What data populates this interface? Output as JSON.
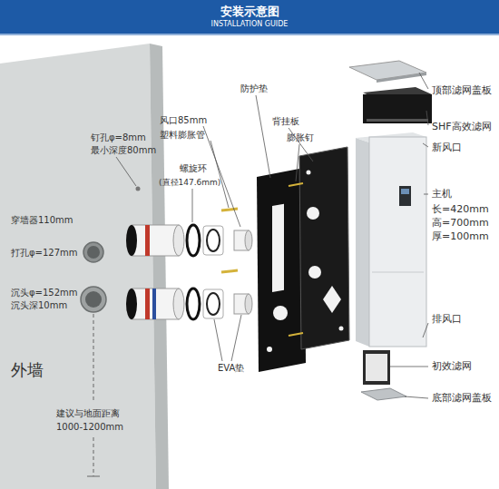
{
  "diagram": {
    "title": "安装示意图",
    "labels": [
      "INSTALLATION GUIDE",
      "钉孔φ=8mm",
      "最小深度80mm",
      "风口85mm",
      "塑料膨胀管",
      "背挂板",
      "防护垫",
      "膨胀钉",
      "螺旋环",
      "(直径147.6mm)",
      "穿墙器110mm",
      "打孔φ=127mm",
      "沉头φ=152mm",
      "沉头深10mm",
      "EVA垫",
      "外墙",
      "建议与地面距离",
      "1000-1200mm",
      "顶部滤网盖板",
      "SHF高效滤网",
      "新风口",
      "主机",
      "长=420mm",
      "高=700mm",
      "厚=100mm",
      "排风口",
      "初效滤网",
      "底部滤网盖板"
    ]
  }
}
